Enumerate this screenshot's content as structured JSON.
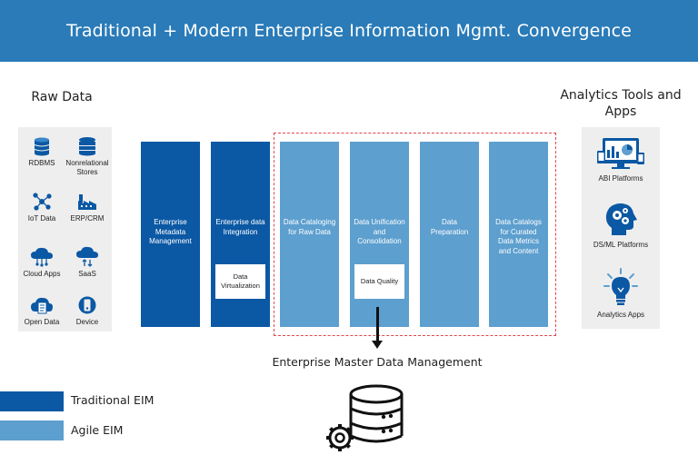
{
  "header": {
    "title": "Traditional + Modern Enterprise Information Mgmt. Convergence"
  },
  "raw_data": {
    "title": "Raw Data",
    "sources": [
      {
        "label": "RDBMS",
        "icon": "database-icon"
      },
      {
        "label": "Nonrelational Stores",
        "icon": "stacked-database-icon"
      },
      {
        "label": "IoT Data",
        "icon": "network-nodes-icon"
      },
      {
        "label": "ERP/CRM",
        "icon": "factory-icon"
      },
      {
        "label": "Cloud Apps",
        "icon": "cloud-network-icon"
      },
      {
        "label": "SaaS",
        "icon": "cloud-transfer-icon"
      },
      {
        "label": "Open Data",
        "icon": "document-cloud-icon"
      },
      {
        "label": "Device",
        "icon": "device-icon"
      }
    ]
  },
  "pipeline": [
    {
      "label": "Enterprise Metadata Management",
      "type": "traditional"
    },
    {
      "label": "Enterprise data Integration",
      "type": "traditional",
      "sub": "Data Virtualization"
    },
    {
      "label": "Data Cataloging for Raw Data",
      "type": "agile"
    },
    {
      "label": "Data Unification and Consolidation",
      "type": "agile",
      "sub": "Data Quality"
    },
    {
      "label": "Data Preparation",
      "type": "agile"
    },
    {
      "label": "Data Catalogs for Curated Data Metrics and Content",
      "type": "agile"
    }
  ],
  "mdm": {
    "label": "Enterprise Master Data Management",
    "icon": "database-gear-icon"
  },
  "legend": [
    {
      "label": "Traditional EIM",
      "color": "#0b58a4"
    },
    {
      "label": "Agile EIM",
      "color": "#5d9fcf"
    }
  ],
  "analytics": {
    "title": "Analytics Tools and Apps",
    "tools": [
      {
        "label": "ABI Platforms",
        "icon": "dashboard-monitor-icon"
      },
      {
        "label": "DS/ML Platforms",
        "icon": "brain-gears-icon"
      },
      {
        "label": "Analytics Apps",
        "icon": "lightbulb-icon"
      }
    ]
  },
  "colors": {
    "header": "#2a7bb8",
    "traditional": "#0b58a4",
    "agile": "#5d9fcf",
    "dashed_border": "#e0474c"
  }
}
